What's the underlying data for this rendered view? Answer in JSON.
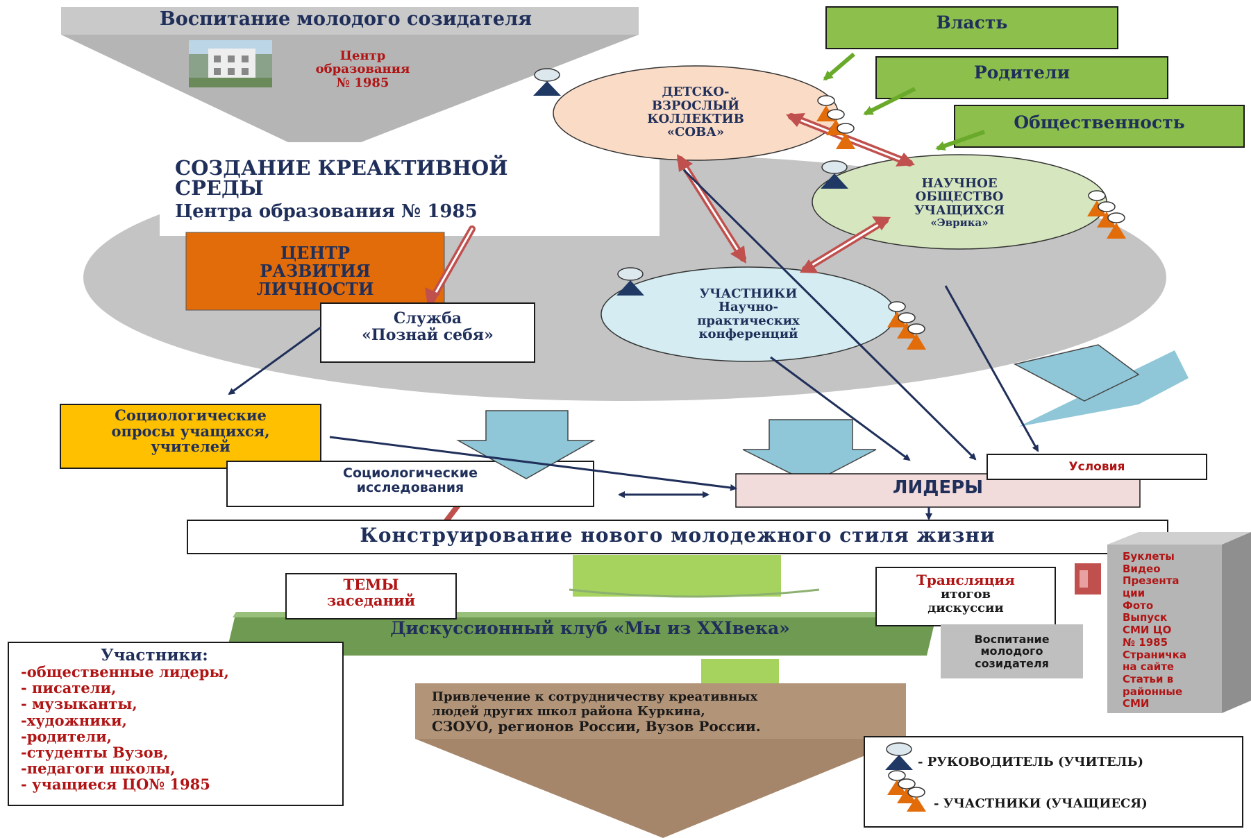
{
  "top": {
    "title": "Воспитание молодого созидателя",
    "center_name": [
      "Центр",
      "образования",
      "№ 1985"
    ]
  },
  "power": {
    "vlast": "Власть",
    "roditeli": "Родители",
    "obshchestvennost": "Общественность"
  },
  "creative": {
    "line1": "СОЗДАНИЕ КРЕАКТИВНОЙ",
    "line2": "СРЕДЫ",
    "line3": "Центра образования  № 1985"
  },
  "circles": {
    "sova": [
      "ДЕТСКО-",
      "ВЗРОСЛЫЙ",
      "КОЛЛЕКТИВ",
      "«СОВА»"
    ],
    "evrika": [
      "НАУЧНОЕ",
      "ОБЩЕСТВО",
      "УЧАЩИХСЯ",
      "«Эврика»"
    ],
    "conf": [
      "УЧАСТНИКИ",
      "Научно-",
      "практических",
      "конференций"
    ]
  },
  "center_dev": [
    "ЦЕНТР",
    "РАЗВИТИЯ",
    "ЛИЧНОСТИ"
  ],
  "service": [
    "Служба",
    "«Познай себя»"
  ],
  "surveys": [
    "Социологические",
    "опросы учащихся,",
    "учителей"
  ],
  "research": [
    "Социологические",
    "исследования"
  ],
  "leaders": "ЛИДЕРЫ",
  "conditions": "Условия",
  "construct": "Конструирование нового молодежного стиля жизни",
  "topics": [
    "ТЕМЫ",
    "заседаний"
  ],
  "translation": [
    "Трансляция",
    "итогов",
    "дискуссии"
  ],
  "media_list": [
    "Буклеты",
    "Видео",
    "Презента",
    "ции",
    "Фото",
    "Выпуск",
    "СМИ ЦО",
    "№ 1985",
    "Страничка",
    "на сайте",
    "Статьи  в",
    "районные",
    "СМИ"
  ],
  "upbringing": [
    "Воспитание",
    "молодого",
    "созидателя"
  ],
  "club": "Дискуссионный клуб «Мы из ХХIвека»",
  "participants": {
    "title": "Участники:",
    "items": [
      "-общественные лидеры,",
      "- писатели,",
      "- музыканты,",
      "-художники,",
      "-родители,",
      "-студенты Вузов,",
      "-педагоги школы,",
      "- учащиеся ЦО№ 1985"
    ]
  },
  "attract": [
    "Привлечение  к сотрудничеству  креативных",
    "людей других школ  района Куркина,",
    "СЗОУО, регионов России, Вузов  России."
  ],
  "legend": {
    "leader": "- РУКОВОДИТЕЛЬ (УЧИТЕЛЬ)",
    "participants": "- УЧАСТНИКИ (УЧАЩИЕСЯ)"
  },
  "colors": {
    "navy": "#1f2f5a",
    "dark_red": "#b01414",
    "green": "#8dbf4d",
    "orange": "#e36c0a",
    "yellow": "#ffc000",
    "gray": "#bfbfbf",
    "sky": "#8fc7d8",
    "brown": "#a6866a",
    "pink": "#f2dcdb"
  }
}
